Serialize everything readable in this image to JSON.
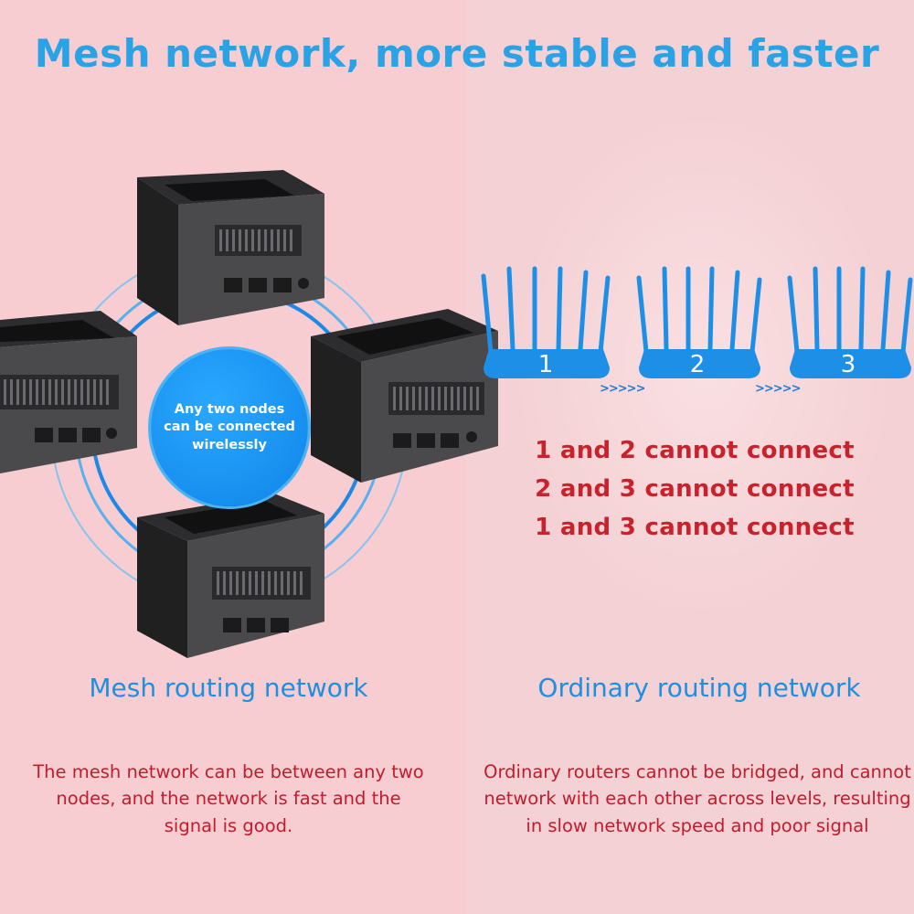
{
  "title": "Mesh network, more stable and faster",
  "mesh": {
    "center_text": "Any two nodes can be connected wirelessly",
    "heading": "Mesh routing network",
    "description": "The mesh network can be between any two nodes, and the network is fast and the signal is good."
  },
  "ordinary": {
    "routers": [
      "1",
      "2",
      "3"
    ],
    "arrows": ">>>>>",
    "warnings": [
      "1 and 2 cannot connect",
      "2 and 3 cannot connect",
      "1 and 3 cannot connect"
    ],
    "heading": "Ordinary routing network",
    "description": "Ordinary routers cannot be bridged, and cannot network with each other across levels, resulting in slow network speed and poor signal"
  },
  "colors": {
    "title_blue": "#2aa2e6",
    "heading_blue": "#1f8fe0",
    "warning_red": "#c8222d",
    "router_blue": "#1e8fe6",
    "node_dark": "#3a3a3c"
  }
}
